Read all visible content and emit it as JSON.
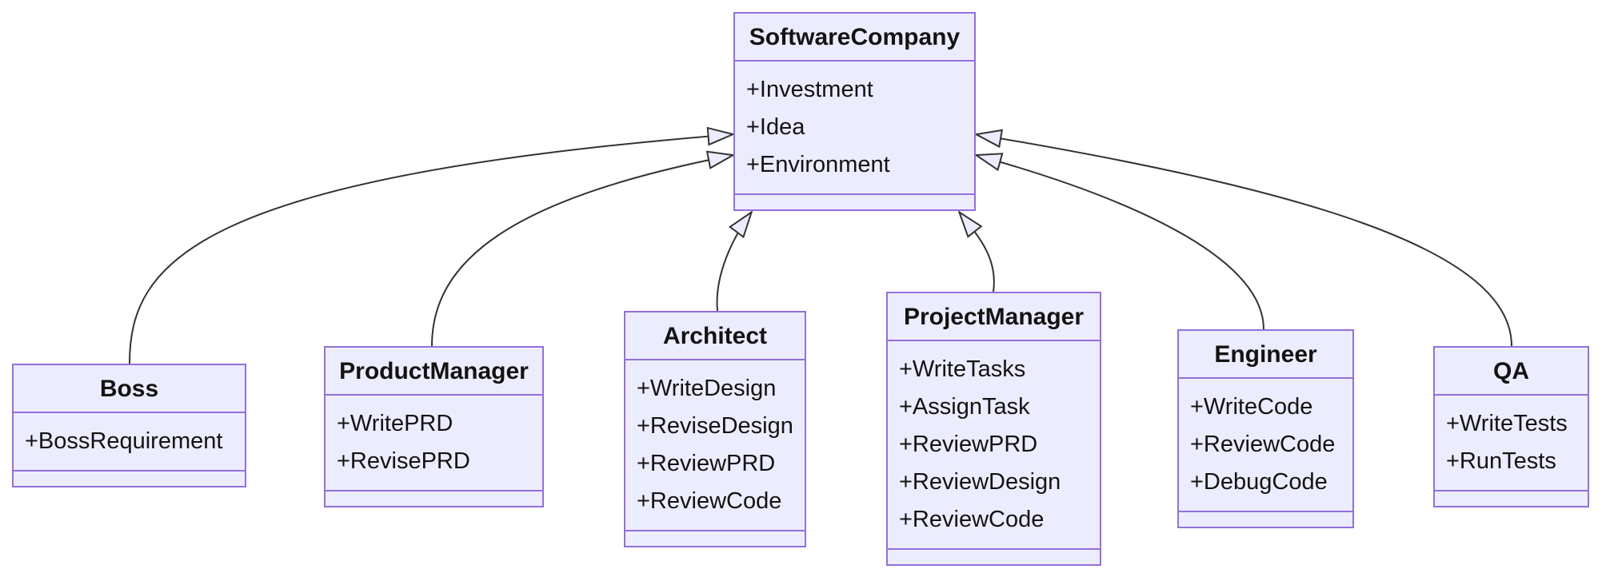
{
  "diagram": {
    "kind": "uml-class-diagram",
    "classes": [
      {
        "id": "softwarecompany",
        "name": "SoftwareCompany",
        "attributes": [
          "+Investment",
          "+Idea",
          "+Environment"
        ],
        "methods": []
      },
      {
        "id": "boss",
        "name": "Boss",
        "attributes": [
          "+BossRequirement"
        ],
        "methods": []
      },
      {
        "id": "productmanager",
        "name": "ProductManager",
        "attributes": [
          "+WritePRD",
          "+RevisePRD"
        ],
        "methods": []
      },
      {
        "id": "architect",
        "name": "Architect",
        "attributes": [
          "+WriteDesign",
          "+ReviseDesign",
          "+ReviewPRD",
          "+ReviewCode"
        ],
        "methods": []
      },
      {
        "id": "projectmanager",
        "name": "ProjectManager",
        "attributes": [
          "+WriteTasks",
          "+AssignTask",
          "+ReviewPRD",
          "+ReviewDesign",
          "+ReviewCode"
        ],
        "methods": []
      },
      {
        "id": "engineer",
        "name": "Engineer",
        "attributes": [
          "+WriteCode",
          "+ReviewCode",
          "+DebugCode"
        ],
        "methods": []
      },
      {
        "id": "qa",
        "name": "QA",
        "attributes": [
          "+WriteTests",
          "+RunTests"
        ],
        "methods": []
      }
    ],
    "relations": [
      {
        "from": "Boss",
        "to": "SoftwareCompany",
        "type": "inheritance"
      },
      {
        "from": "ProductManager",
        "to": "SoftwareCompany",
        "type": "inheritance"
      },
      {
        "from": "Architect",
        "to": "SoftwareCompany",
        "type": "inheritance"
      },
      {
        "from": "ProjectManager",
        "to": "SoftwareCompany",
        "type": "inheritance"
      },
      {
        "from": "Engineer",
        "to": "SoftwareCompany",
        "type": "inheritance"
      },
      {
        "from": "QA",
        "to": "SoftwareCompany",
        "type": "inheritance"
      }
    ]
  },
  "colors": {
    "node_fill": "#ECECFF",
    "node_border": "#9370DB",
    "edge": "#333333",
    "text": "#131313",
    "background": "#FFFFFF"
  }
}
